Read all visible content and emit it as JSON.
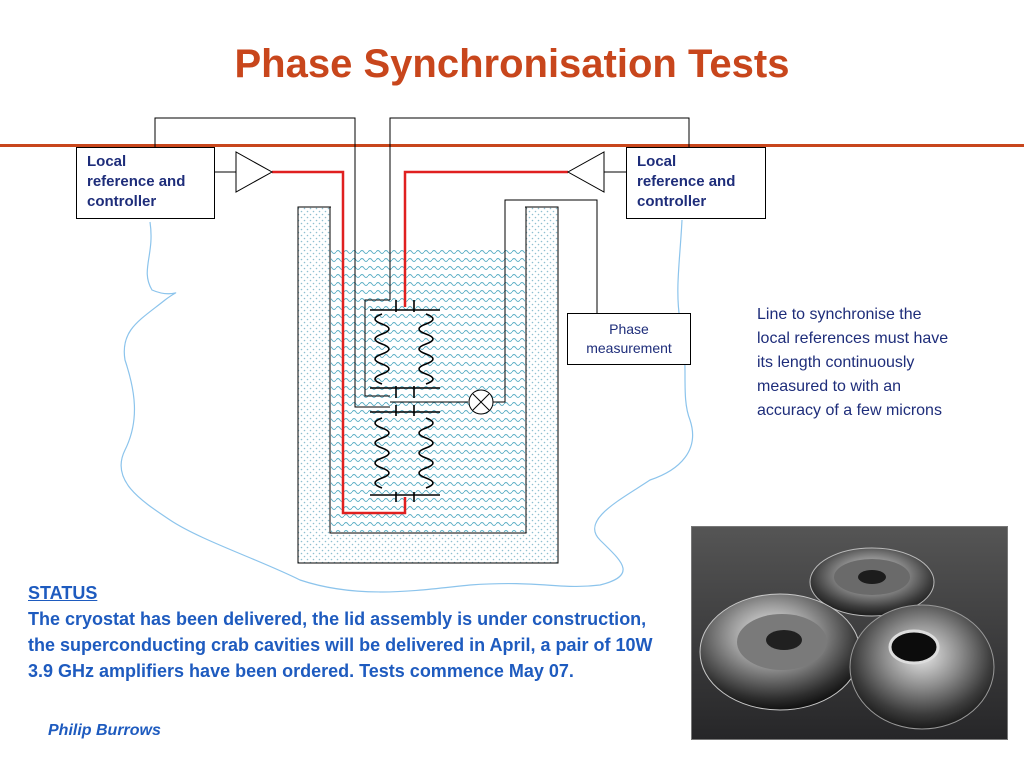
{
  "title": "Phase Synchronisation Tests",
  "diagram": {
    "left_box": [
      "Local",
      "reference and",
      "controller"
    ],
    "right_box": [
      "Local",
      "reference and",
      "controller"
    ],
    "phase_box": [
      "Phase",
      "measurement"
    ],
    "note": "Line to synchronise the local references must  have its length continuously measured to with an accuracy of a few microns"
  },
  "status": {
    "heading": "STATUS",
    "text": "The cryostat has been delivered, the lid assembly is under construction, the superconducting crab cavities will be delivered in April, a pair of 10W 3.9 GHz amplifiers have been ordered. Tests commence May 07."
  },
  "author": "Philip Burrows",
  "photo": {
    "subject": "superconducting cavity half-cell cups"
  },
  "colors": {
    "title": "#c8461c",
    "text_dark": "#1e2d7a",
    "text_blue": "#1e5bbf",
    "signal_line": "#e02020",
    "fiber_line": "#8cc4ec"
  }
}
